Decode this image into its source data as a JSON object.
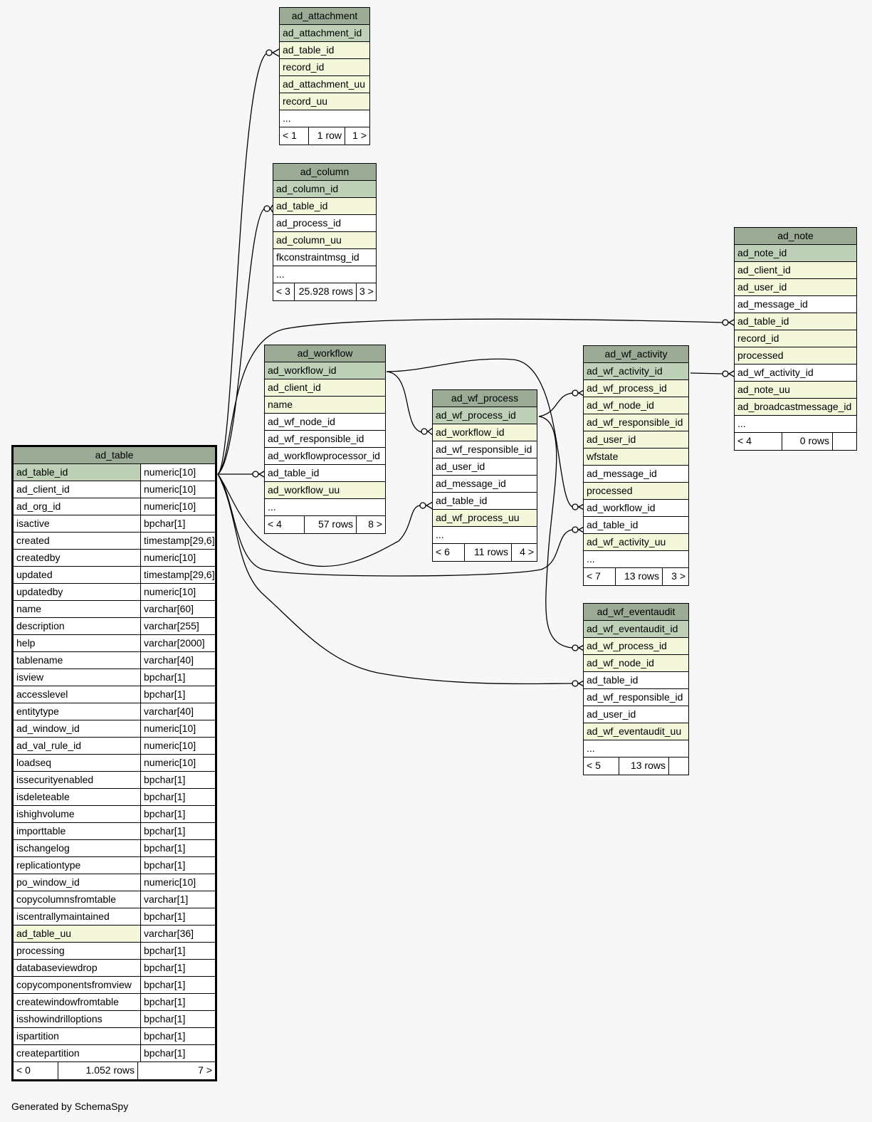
{
  "footer_text": "Generated by SchemaSpy",
  "tables": {
    "ad_attachment": {
      "name": "ad_attachment",
      "columns": [
        "ad_attachment_id",
        "ad_table_id",
        "record_id",
        "ad_attachment_uu",
        "record_uu",
        "..."
      ],
      "nav": {
        "left": "< 1",
        "rows": "1 row",
        "right": "1 >"
      }
    },
    "ad_column": {
      "name": "ad_column",
      "columns": [
        "ad_column_id",
        "ad_table_id",
        "ad_process_id",
        "ad_column_uu",
        "fkconstraintmsg_id",
        "..."
      ],
      "nav": {
        "left": "< 3",
        "rows": "25.928 rows",
        "right": "3 >"
      }
    },
    "ad_note": {
      "name": "ad_note",
      "columns": [
        "ad_note_id",
        "ad_client_id",
        "ad_user_id",
        "ad_message_id",
        "ad_table_id",
        "record_id",
        "processed",
        "ad_wf_activity_id",
        "ad_note_uu",
        "ad_broadcastmessage_id",
        "..."
      ],
      "nav": {
        "left": "< 4",
        "rows": "0 rows",
        "right": ""
      }
    },
    "ad_workflow": {
      "name": "ad_workflow",
      "columns": [
        "ad_workflow_id",
        "ad_client_id",
        "name",
        "ad_wf_node_id",
        "ad_wf_responsible_id",
        "ad_workflowprocessor_id",
        "ad_table_id",
        "ad_workflow_uu",
        "..."
      ],
      "nav": {
        "left": "< 4",
        "rows": "57 rows",
        "right": "8 >"
      }
    },
    "ad_wf_process": {
      "name": "ad_wf_process",
      "columns": [
        "ad_wf_process_id",
        "ad_workflow_id",
        "ad_wf_responsible_id",
        "ad_user_id",
        "ad_message_id",
        "ad_table_id",
        "ad_wf_process_uu",
        "..."
      ],
      "nav": {
        "left": "< 6",
        "rows": "11 rows",
        "right": "4 >"
      }
    },
    "ad_wf_activity": {
      "name": "ad_wf_activity",
      "columns": [
        "ad_wf_activity_id",
        "ad_wf_process_id",
        "ad_wf_node_id",
        "ad_wf_responsible_id",
        "ad_user_id",
        "wfstate",
        "ad_message_id",
        "processed",
        "ad_workflow_id",
        "ad_table_id",
        "ad_wf_activity_uu",
        "..."
      ],
      "nav": {
        "left": "< 7",
        "rows": "13 rows",
        "right": "3 >"
      }
    },
    "ad_wf_eventaudit": {
      "name": "ad_wf_eventaudit",
      "columns": [
        "ad_wf_eventaudit_id",
        "ad_wf_process_id",
        "ad_wf_node_id",
        "ad_table_id",
        "ad_wf_responsible_id",
        "ad_user_id",
        "ad_wf_eventaudit_uu",
        "..."
      ],
      "nav": {
        "left": "< 5",
        "rows": "13 rows",
        "right": ""
      }
    },
    "ad_table": {
      "name": "ad_table",
      "columns": [
        [
          "ad_table_id",
          "numeric[10]"
        ],
        [
          "ad_client_id",
          "numeric[10]"
        ],
        [
          "ad_org_id",
          "numeric[10]"
        ],
        [
          "isactive",
          "bpchar[1]"
        ],
        [
          "created",
          "timestamp[29,6]"
        ],
        [
          "createdby",
          "numeric[10]"
        ],
        [
          "updated",
          "timestamp[29,6]"
        ],
        [
          "updatedby",
          "numeric[10]"
        ],
        [
          "name",
          "varchar[60]"
        ],
        [
          "description",
          "varchar[255]"
        ],
        [
          "help",
          "varchar[2000]"
        ],
        [
          "tablename",
          "varchar[40]"
        ],
        [
          "isview",
          "bpchar[1]"
        ],
        [
          "accesslevel",
          "bpchar[1]"
        ],
        [
          "entitytype",
          "varchar[40]"
        ],
        [
          "ad_window_id",
          "numeric[10]"
        ],
        [
          "ad_val_rule_id",
          "numeric[10]"
        ],
        [
          "loadseq",
          "numeric[10]"
        ],
        [
          "issecurityenabled",
          "bpchar[1]"
        ],
        [
          "isdeleteable",
          "bpchar[1]"
        ],
        [
          "ishighvolume",
          "bpchar[1]"
        ],
        [
          "importtable",
          "bpchar[1]"
        ],
        [
          "ischangelog",
          "bpchar[1]"
        ],
        [
          "replicationtype",
          "bpchar[1]"
        ],
        [
          "po_window_id",
          "numeric[10]"
        ],
        [
          "copycolumnsfromtable",
          "varchar[1]"
        ],
        [
          "iscentrallymaintained",
          "bpchar[1]"
        ],
        [
          "ad_table_uu",
          "varchar[36]"
        ],
        [
          "processing",
          "bpchar[1]"
        ],
        [
          "databaseviewdrop",
          "bpchar[1]"
        ],
        [
          "copycomponentsfromview",
          "bpchar[1]"
        ],
        [
          "createwindowfromtable",
          "bpchar[1]"
        ],
        [
          "isshowindrilloptions",
          "bpchar[1]"
        ],
        [
          "ispartition",
          "bpchar[1]"
        ],
        [
          "createpartition",
          "bpchar[1]"
        ]
      ],
      "nav": {
        "left": "< 0",
        "rows": "1.052 rows",
        "right": "7 >"
      }
    }
  }
}
